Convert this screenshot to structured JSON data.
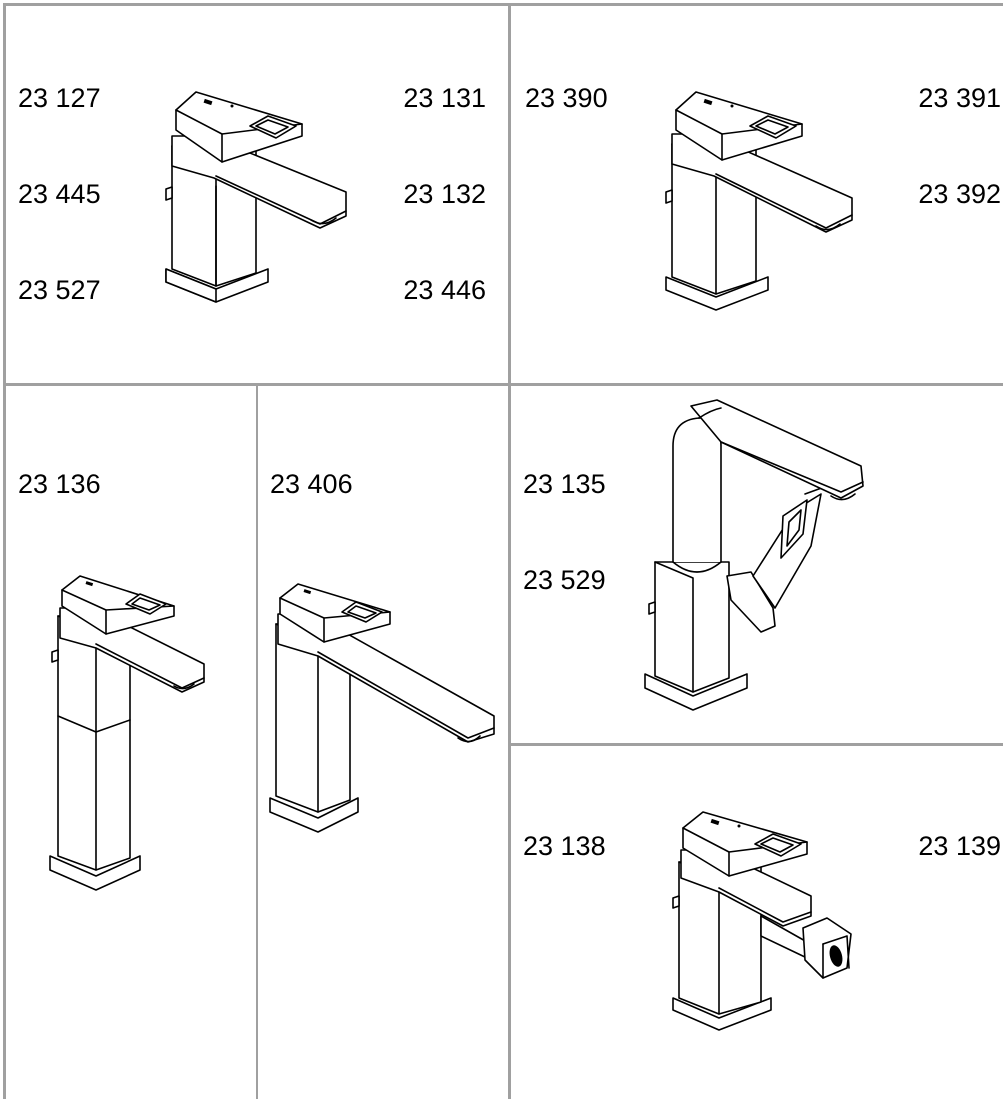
{
  "panels": {
    "top_left": {
      "codes_left": [
        "23 127",
        "23 445",
        "23 527"
      ],
      "codes_right": [
        "23 131",
        "23 132",
        "23 446"
      ]
    },
    "top_right": {
      "codes_left": [
        "23 390"
      ],
      "codes_right": [
        "23 391",
        "23 392"
      ]
    },
    "mid_left": {
      "codes_left": [
        "23 136"
      ]
    },
    "mid_center": {
      "codes_left": [
        "23 406"
      ]
    },
    "mid_right": {
      "codes_left": [
        "23 135",
        "23 529"
      ]
    },
    "bottom_right": {
      "codes_left": [
        "23 138"
      ],
      "codes_right": [
        "23 139"
      ]
    }
  },
  "colors": {
    "grid": "#a0a0a0",
    "line_art": "#000000",
    "background": "#ffffff"
  }
}
